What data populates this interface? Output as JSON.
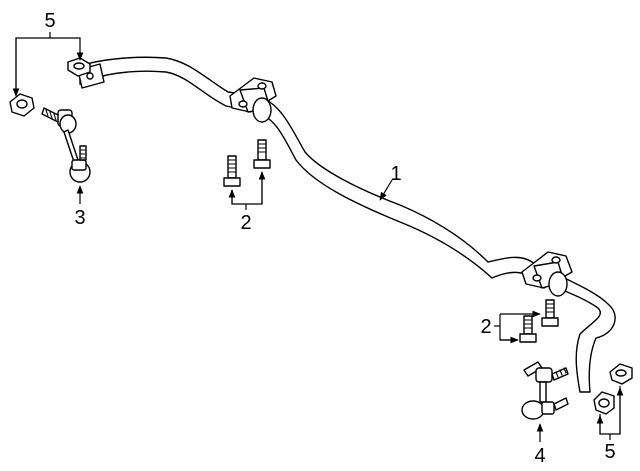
{
  "callouts": {
    "c1": "1",
    "c2_left": "2",
    "c2_right": "2",
    "c3": "3",
    "c4": "4",
    "c5_left": "5",
    "c5_right": "5"
  }
}
